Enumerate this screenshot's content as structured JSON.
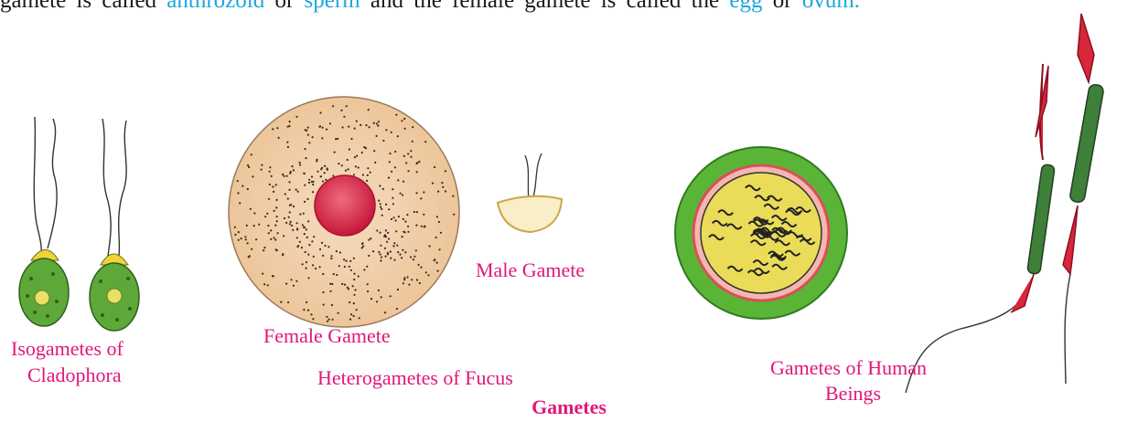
{
  "header_text": {
    "part1": "gamete is called ",
    "kw1": "anthrozoid",
    "part2": " or ",
    "kw2": "sperm",
    "part3": " and the female gamete is called the ",
    "kw3": "egg",
    "part4": " or ",
    "kw4": "ovum."
  },
  "labels": {
    "isogametes_line1": "Isogametes of",
    "isogametes_line2": "Cladophora",
    "female_gamete": "Female Gamete",
    "male_gamete": "Male Gamete",
    "heterogametes": "Heterogametes of Fucus",
    "human_line1": "Gametes of Human",
    "human_line2": "Beings"
  },
  "caption": "Gametes",
  "colors": {
    "label": "#e0177a",
    "keyword": "#1ba8dc",
    "egg_outer": "#f1cfa5",
    "nucleus": "#d82c4f",
    "ovum_ring": "#5ab536",
    "ovum_cytoplasm": "#eadc58",
    "sperm_head": "#d8263a",
    "sperm_midpiece": "#3e7f3a"
  }
}
